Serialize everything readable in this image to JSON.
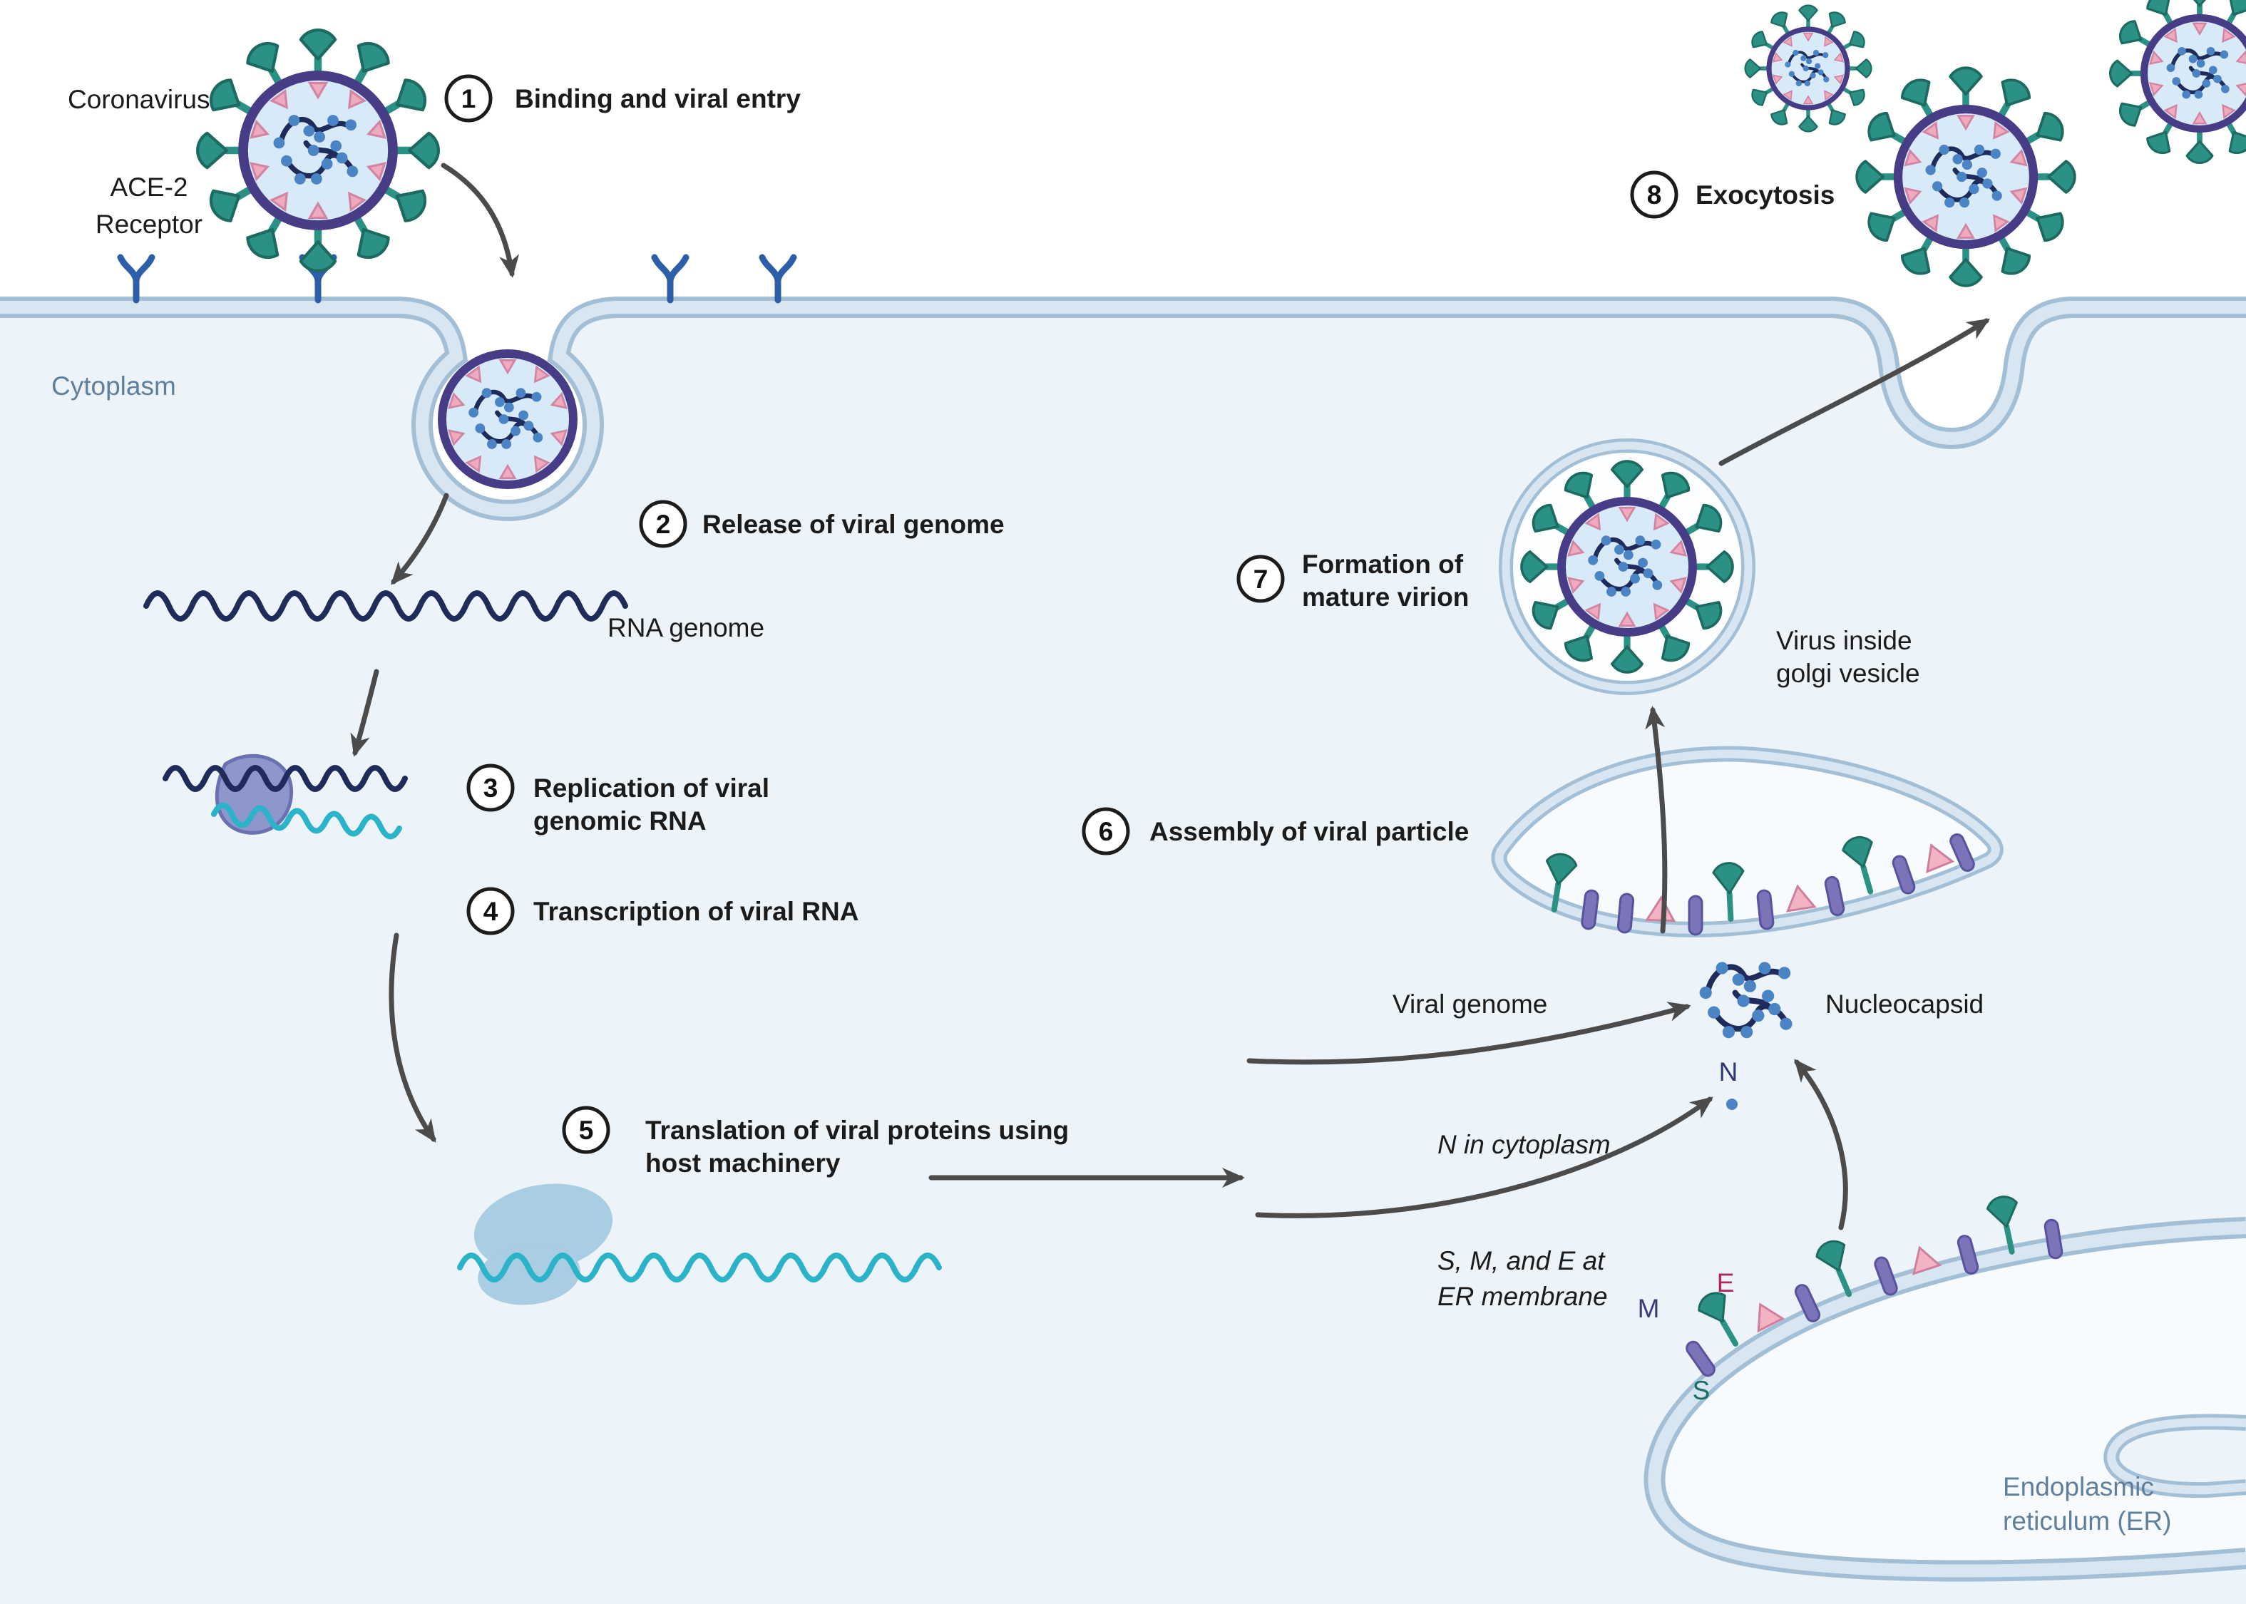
{
  "palette": {
    "spike_teal": "#2a9184",
    "envelope_purple": "#473c86",
    "membrane_protein_purple": "#7b74b8",
    "e_protein_pink": "#f2b3c4",
    "rna_navy": "#1f2b5b",
    "mrna_cyan": "#2ab3c9",
    "receptor_blue": "#2d5fa9",
    "membrane_fill": "#d8e6f1",
    "membrane_edge": "#a3bfd6",
    "cytoplasm_bg": "#ecf3f9",
    "arrow_gray": "#4b4b4b"
  },
  "labels": {
    "coronavirus": "Coronavirus",
    "ace2_line1": "ACE-2",
    "ace2_line2": "Receptor",
    "cytoplasm": "Cytoplasm",
    "rna_genome": "RNA genome",
    "viral_genome": "Viral genome",
    "nucleocapsid": "Nucleocapsid",
    "n_letter": "N",
    "m_letter": "M",
    "e_letter": "E",
    "s_letter": "S",
    "n_in_cytoplasm": "N in cytoplasm",
    "sme_line1": "S, M, and E at",
    "sme_line2": "ER membrane",
    "virus_inside_line1": "Virus inside",
    "virus_inside_line2": "golgi vesicle",
    "er_line1": "Endoplasmic",
    "er_line2": "reticulum (ER)"
  },
  "steps": [
    {
      "number": "1",
      "label": "Binding and viral entry"
    },
    {
      "number": "2",
      "label": "Release of viral genome"
    },
    {
      "number": "3",
      "label": "Replication of viral",
      "label2": "genomic RNA"
    },
    {
      "number": "4",
      "label": "Transcription of viral RNA"
    },
    {
      "number": "5",
      "label": "Translation of viral proteins using",
      "label2": "host machinery"
    },
    {
      "number": "6",
      "label": "Assembly of viral particle"
    },
    {
      "number": "7",
      "label": "Formation of",
      "label2": "mature virion"
    },
    {
      "number": "8",
      "label": "Exocytosis"
    }
  ]
}
